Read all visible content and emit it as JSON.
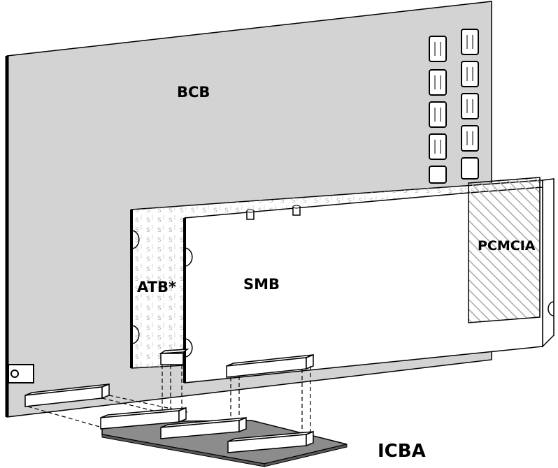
{
  "labels": {
    "bcb": "BCB",
    "atb": "ATB*",
    "smb": "SMB",
    "pcmcia": "PCMCIA",
    "icba": "ICBA"
  },
  "colors": {
    "bcb_fill": "#d3d3d3",
    "board_fill": "#ffffff",
    "icba_fill": "#8c8c8c",
    "outline": "#000000",
    "hatch": "#a8a8a8"
  }
}
